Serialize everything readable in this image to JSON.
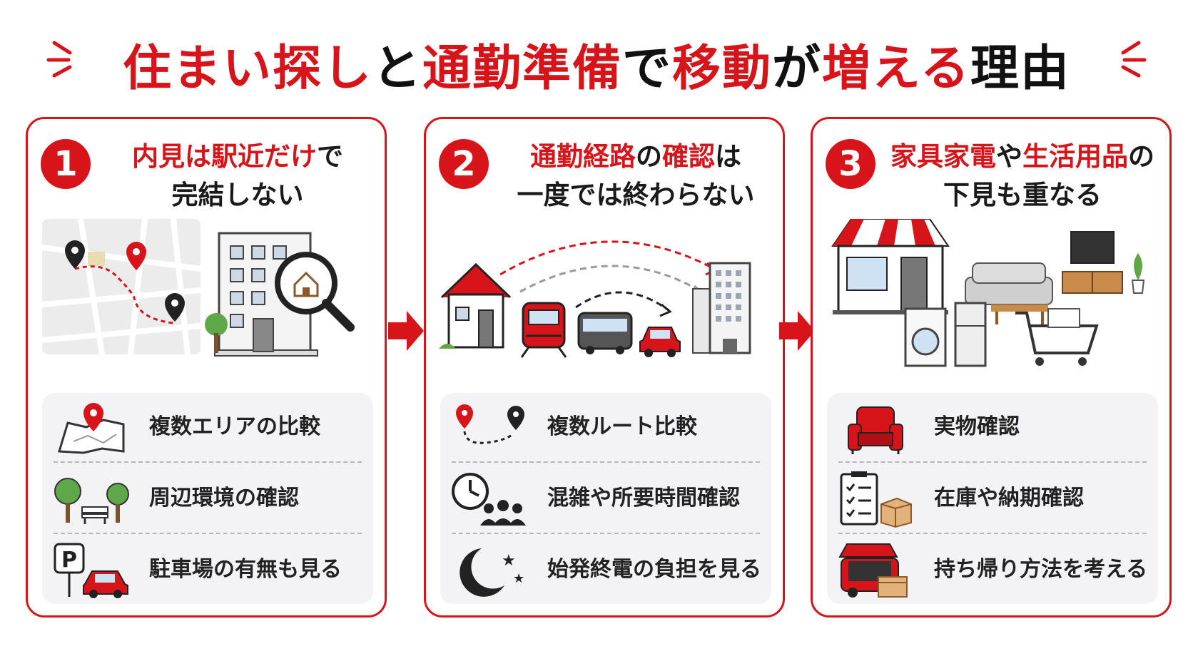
{
  "title": {
    "parts": [
      "住まい探し",
      "と",
      "通勤準備",
      "で",
      "移動",
      "が",
      "増える",
      "理由"
    ]
  },
  "colors": {
    "accent": "#d7141a",
    "list_bg": "#f3f3f5",
    "text": "#1a1a1a"
  },
  "panels": [
    {
      "number": "1",
      "heading": {
        "red": "内見は駅近だけ",
        "black": "で",
        "line2": "完結しない"
      },
      "items": [
        {
          "icon": "map-pin-icon",
          "label": "複数エリアの比較"
        },
        {
          "icon": "trees-bench-icon",
          "label": "周辺環境の確認"
        },
        {
          "icon": "parking-car-icon",
          "label": "駐車場の有無も見る"
        }
      ]
    },
    {
      "number": "2",
      "heading": {
        "red1": "通勤経路",
        "black1": "の",
        "red2": "確認",
        "black2": "は",
        "line2": "一度では終わらない"
      },
      "items": [
        {
          "icon": "route-pins-icon",
          "label": "複数ルート比較"
        },
        {
          "icon": "clock-crowd-icon",
          "label": "混雑や所要時間確認"
        },
        {
          "icon": "moon-stars-icon",
          "label": "始発終電の負担を見る"
        }
      ]
    },
    {
      "number": "3",
      "heading": {
        "red1": "家具家電",
        "black1": "や",
        "red2": "生活用品",
        "black2": "の",
        "line2": "下見も重なる"
      },
      "items": [
        {
          "icon": "armchair-icon",
          "label": "実物確認"
        },
        {
          "icon": "checklist-box-icon",
          "label": "在庫や納期確認"
        },
        {
          "icon": "car-trunk-icon",
          "label": "持ち帰り方法を考える"
        }
      ]
    }
  ]
}
